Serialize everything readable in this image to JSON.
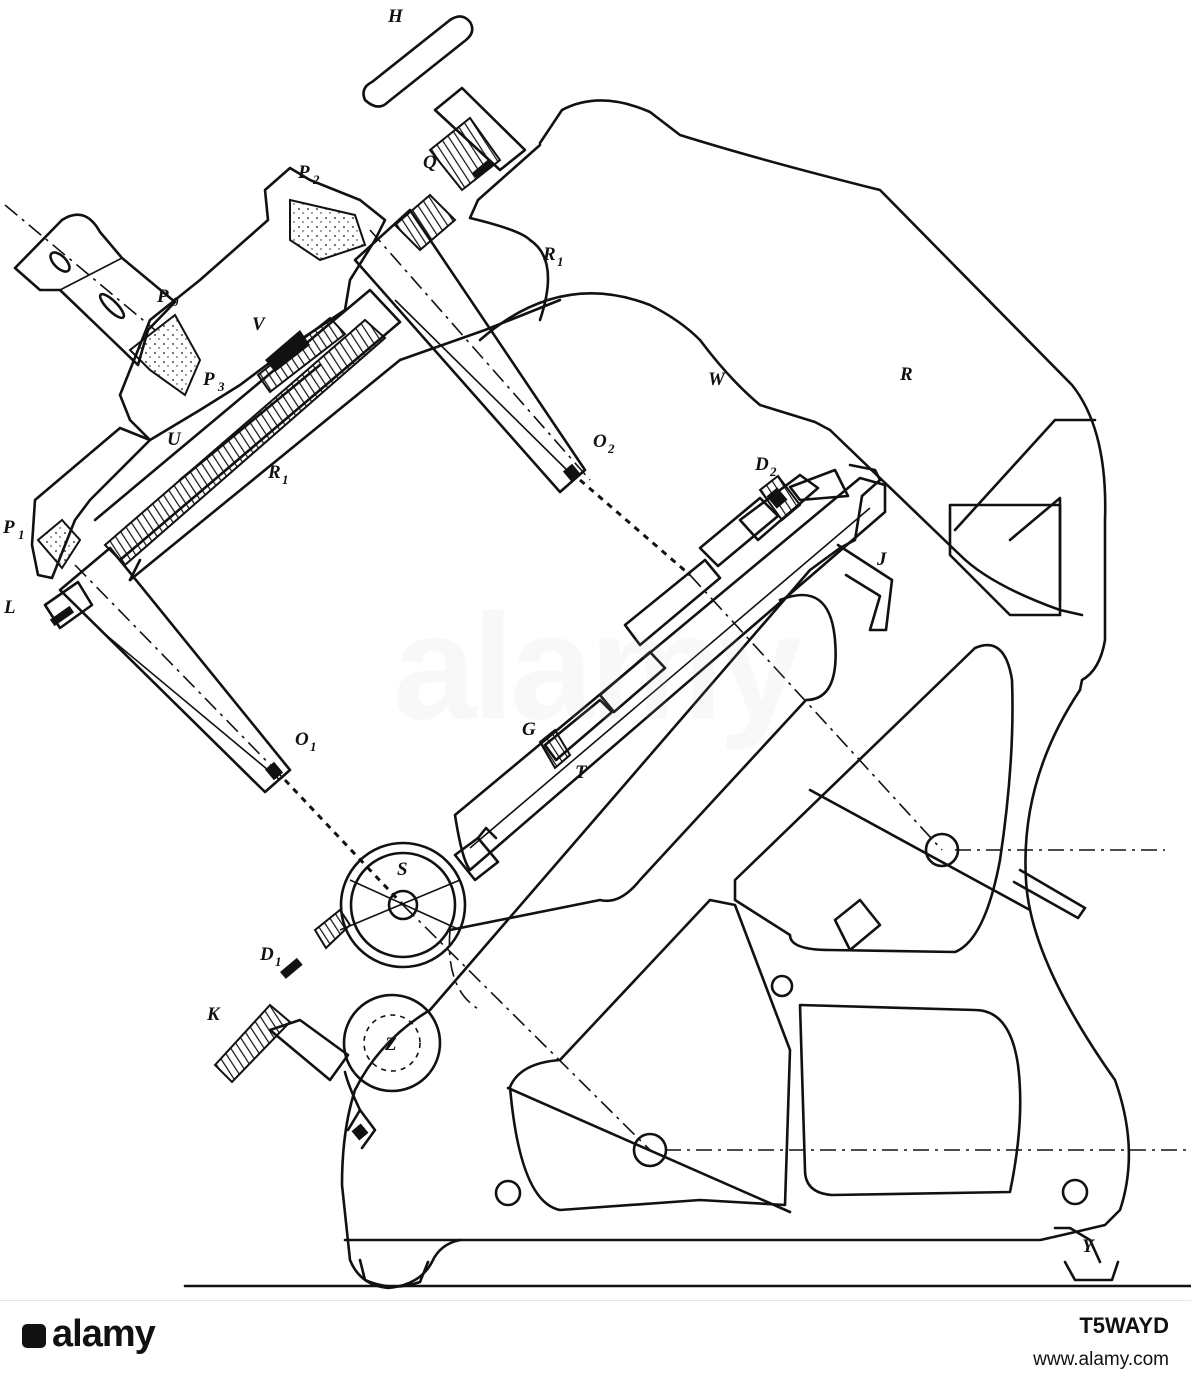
{
  "labels": {
    "H": "H",
    "Q": "Q",
    "P": "P",
    "V": "V",
    "U": "U",
    "L": "L",
    "R": "R",
    "W": "W",
    "O": "O",
    "D": "D",
    "J": "J",
    "G": "G",
    "T": "T",
    "S": "S",
    "K": "K",
    "Z": "Z",
    "Y": "Y",
    "sub_1": "1",
    "sub_2": "2",
    "sub_3": "3",
    "sub_0": "0"
  },
  "footer": {
    "brand": "alamy",
    "image_id": "T5WAYD",
    "url": "www.alamy.com"
  },
  "watermark": "alamy"
}
